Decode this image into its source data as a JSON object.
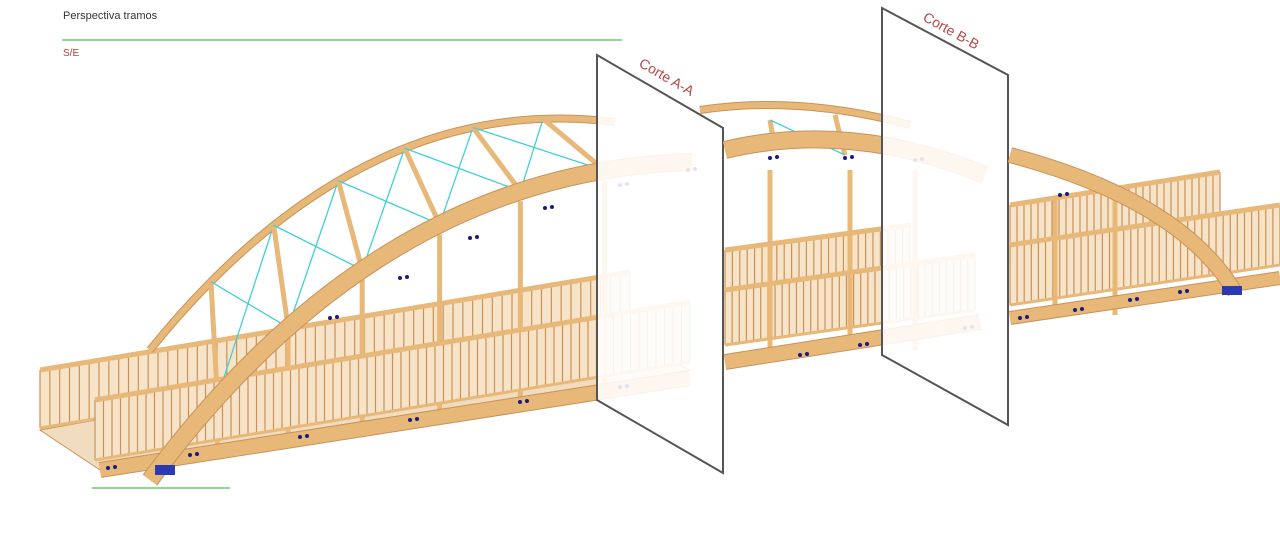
{
  "header": {
    "title": "Perspectiva tramos",
    "subtitle": "S/E"
  },
  "sections": [
    {
      "label": "Corte A-A"
    },
    {
      "label": "Corte B-B"
    }
  ],
  "colors": {
    "timber": "#e8b878",
    "timber_dark": "#c8925a",
    "bracing": "#40d0d8",
    "bolts": "#1a1a80",
    "plane": "#555555",
    "label": "#b04848",
    "ground": "#8fd88f"
  }
}
